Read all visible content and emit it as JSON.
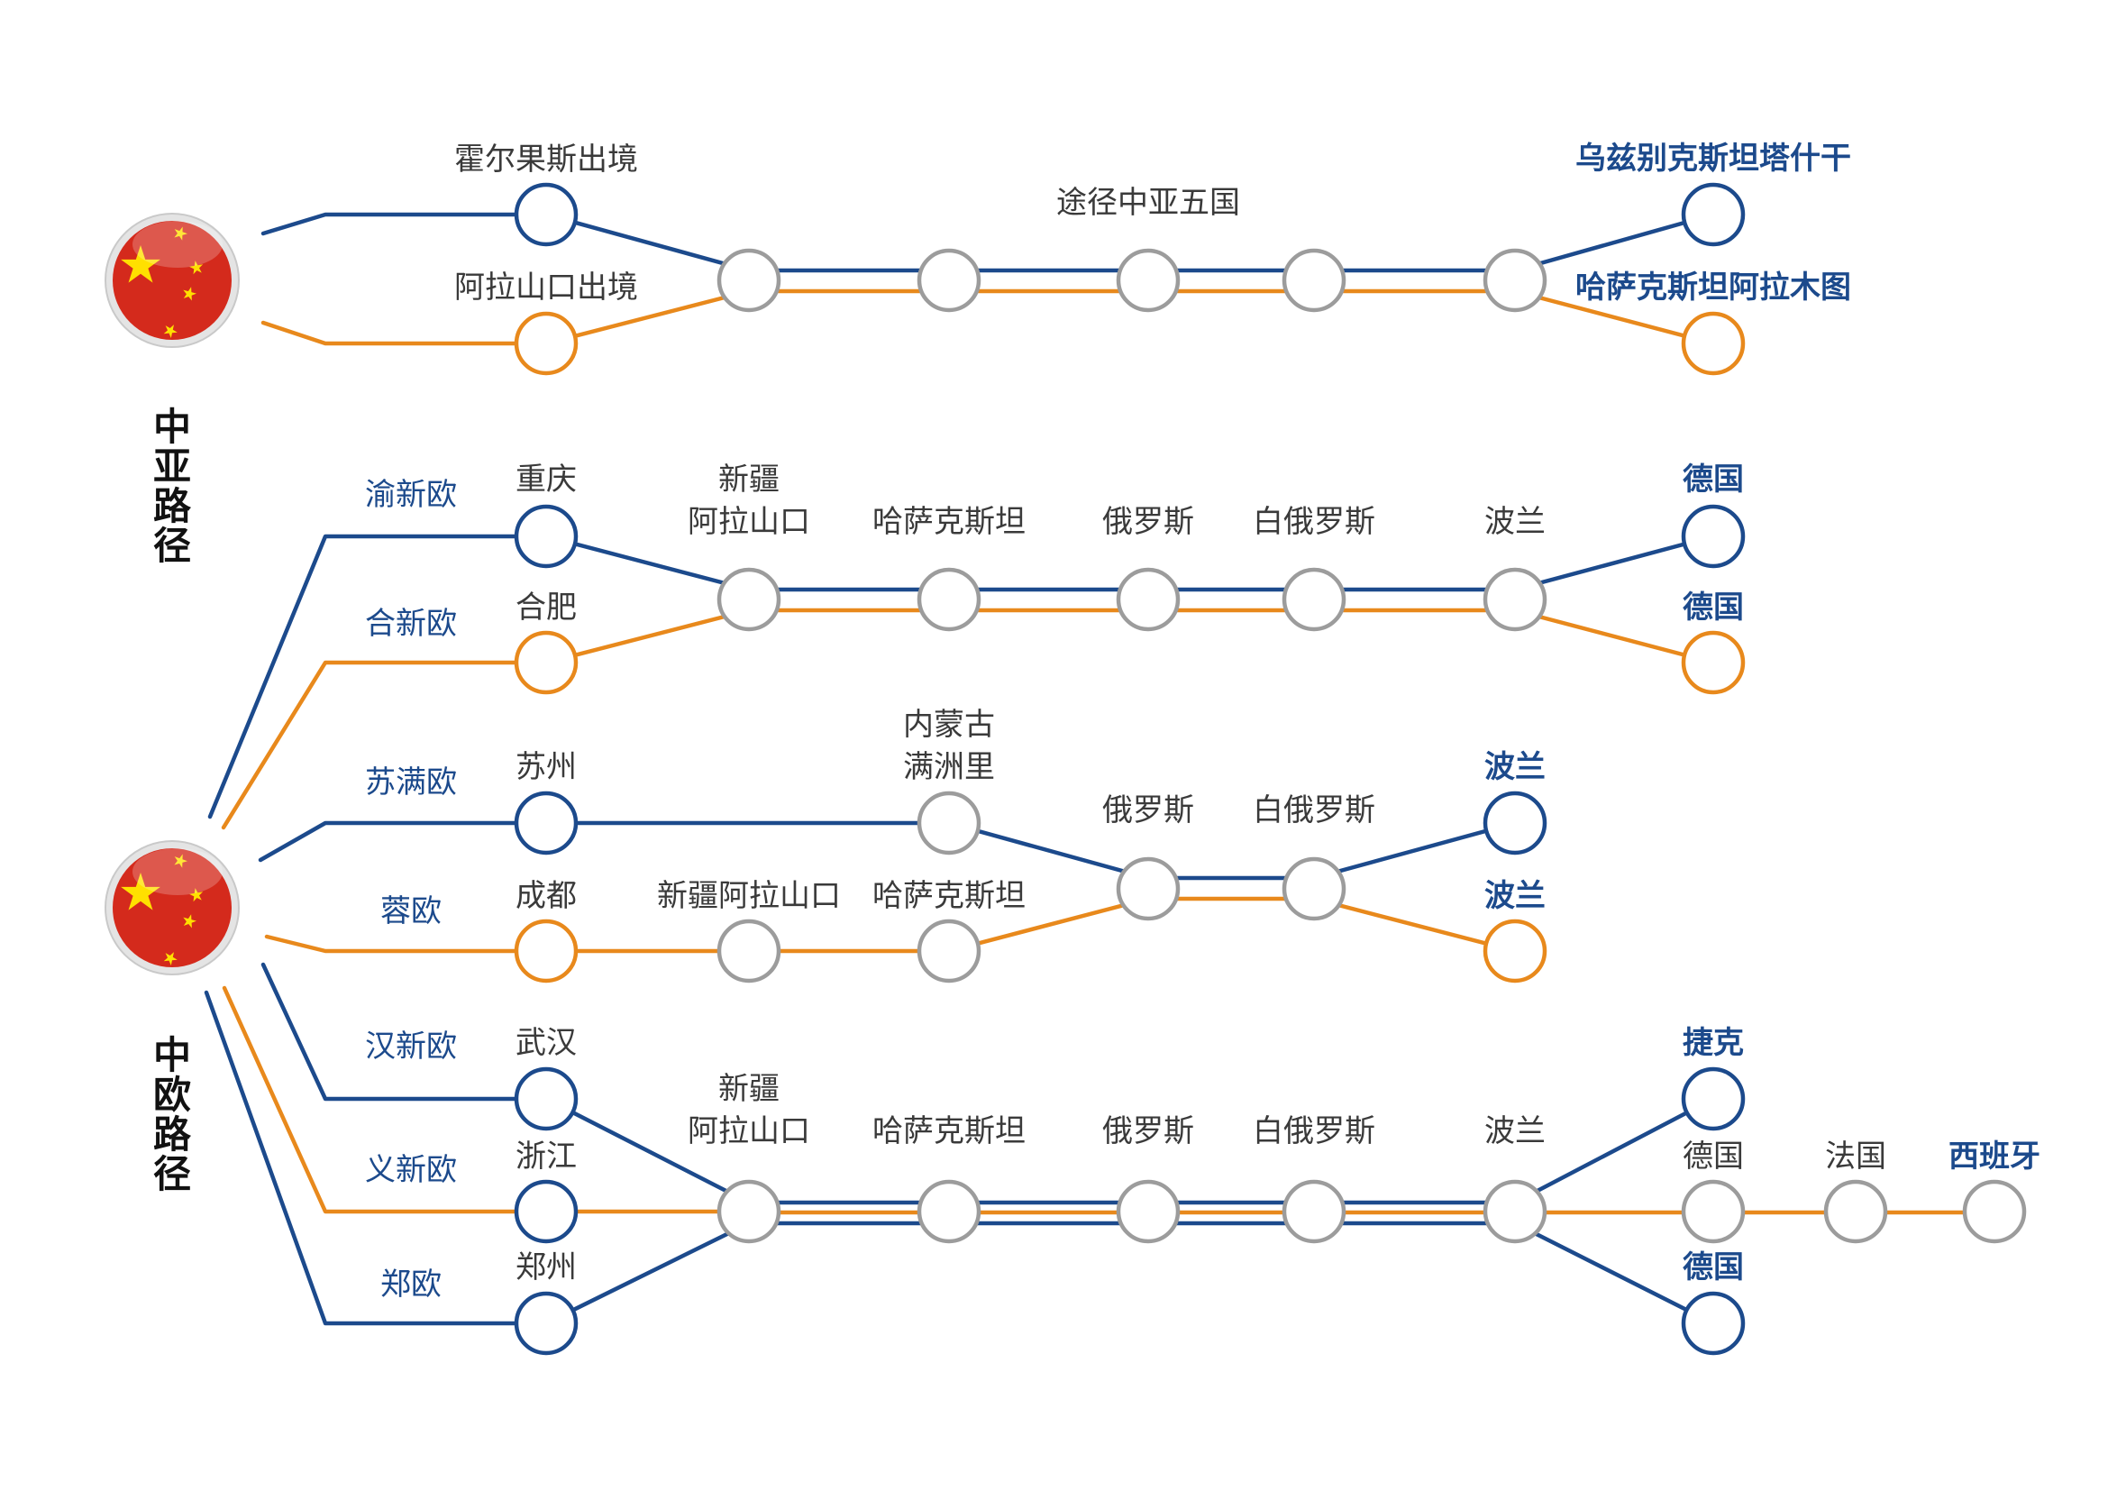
{
  "colors": {
    "blue": "#1c4a8c",
    "orange": "#e8891c",
    "gray": "#9c9c9c",
    "label_gray": "#3a3a3a",
    "label_blue": "#1c4a8c",
    "flag_red": "#d42a1c",
    "flag_star": "#ffe000"
  },
  "sections": {
    "central_asia": {
      "title": "中亚路径"
    },
    "china_europe": {
      "title": "中欧路径"
    }
  },
  "routes": {
    "r1": {
      "transit_label": "途径中亚五国",
      "blue_origin": "霍尔果斯出境",
      "orange_origin": "阿拉山口出境",
      "blue_dest": "乌兹别克斯坦塔什干",
      "orange_dest": "哈萨克斯坦阿拉木图"
    },
    "r2": {
      "blue_name": "渝新欧",
      "orange_name": "合新欧",
      "blue_origin": "重庆",
      "orange_origin": "合肥",
      "stops": [
        "新疆\n阿拉山口",
        "哈萨克斯坦",
        "俄罗斯",
        "白俄罗斯",
        "波兰"
      ],
      "blue_dest": "德国",
      "orange_dest": "德国"
    },
    "r3": {
      "blue_name": "苏满欧",
      "orange_name": "蓉欧",
      "blue_origin": "苏州",
      "blue_stop": "内蒙古\n满洲里",
      "orange_origin": "成都",
      "orange_stops": [
        "新疆阿拉山口",
        "哈萨克斯坦"
      ],
      "stops": [
        "俄罗斯",
        "白俄罗斯"
      ],
      "blue_dest": "波兰",
      "orange_dest": "波兰"
    },
    "r4": {
      "names": [
        "汉新欧",
        "义新欧",
        "郑欧"
      ],
      "origins": [
        "武汉",
        "浙江",
        "郑州"
      ],
      "stops": [
        "新疆\n阿拉山口",
        "哈萨克斯坦",
        "俄罗斯",
        "白俄罗斯",
        "波兰"
      ],
      "top_dest": "捷克",
      "mid_dest": "德国",
      "mid_stop2": "法国",
      "mid_final": "西班牙",
      "bottom_dest": "德国"
    }
  }
}
